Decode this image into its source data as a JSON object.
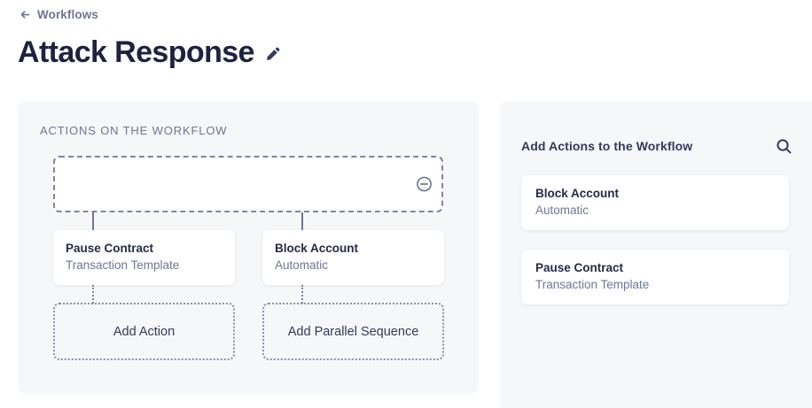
{
  "header": {
    "breadcrumb_label": "Workflows",
    "breadcrumb_icon": "arrow-left-icon",
    "title": "Attack Response",
    "edit_icon": "pencil-icon"
  },
  "left_panel": {
    "section_label": "ACTIONS ON THE WORKFLOW",
    "trigger": {
      "value": "",
      "remove_icon": "minus-circle-icon"
    },
    "branches": [
      {
        "card": {
          "title": "Pause Contract",
          "subtitle": "Transaction Template"
        },
        "add_button": "Add Action"
      },
      {
        "card": {
          "title": "Block Account",
          "subtitle": "Automatic"
        },
        "add_button": "Add Parallel Sequence"
      }
    ]
  },
  "right_panel": {
    "title": "Add Actions to the Workflow",
    "search_icon": "search-icon",
    "available_actions": [
      {
        "title": "Block Account",
        "subtitle": "Automatic"
      },
      {
        "title": "Pause Contract",
        "subtitle": "Transaction Template"
      }
    ]
  },
  "colors": {
    "page_background": "#ffffff",
    "panel_background": "#f6f7f9",
    "card_background": "#ffffff",
    "title_text": "#1d2240",
    "muted_text": "#6f7693",
    "border_dashed": "#7e85a3"
  }
}
